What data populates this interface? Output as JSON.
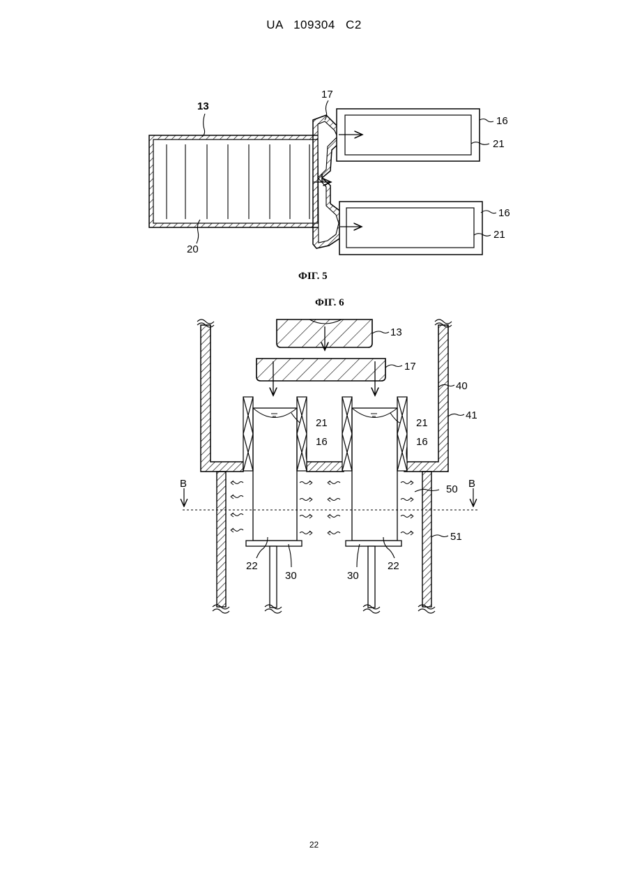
{
  "header": {
    "text": "UA   109304   C2"
  },
  "figure5": {
    "caption": "ФІГ. 5",
    "labels": {
      "l13": "13",
      "l17": "17",
      "l16a": "16",
      "l21a": "21",
      "l16b": "16",
      "l21b": "21",
      "l20": "20"
    }
  },
  "figure6": {
    "caption": "ФІГ. 6",
    "labels": {
      "l13": "13",
      "l17": "17",
      "l40": "40",
      "l41": "41",
      "l21a": "21",
      "l21b": "21",
      "l16a": "16",
      "l16b": "16",
      "l50": "50",
      "lBa": "B",
      "lBb": "B",
      "l51": "51",
      "l22a": "22",
      "l30a": "30",
      "l30b": "30",
      "l22b": "22"
    }
  },
  "footer": {
    "page_number": "22"
  }
}
